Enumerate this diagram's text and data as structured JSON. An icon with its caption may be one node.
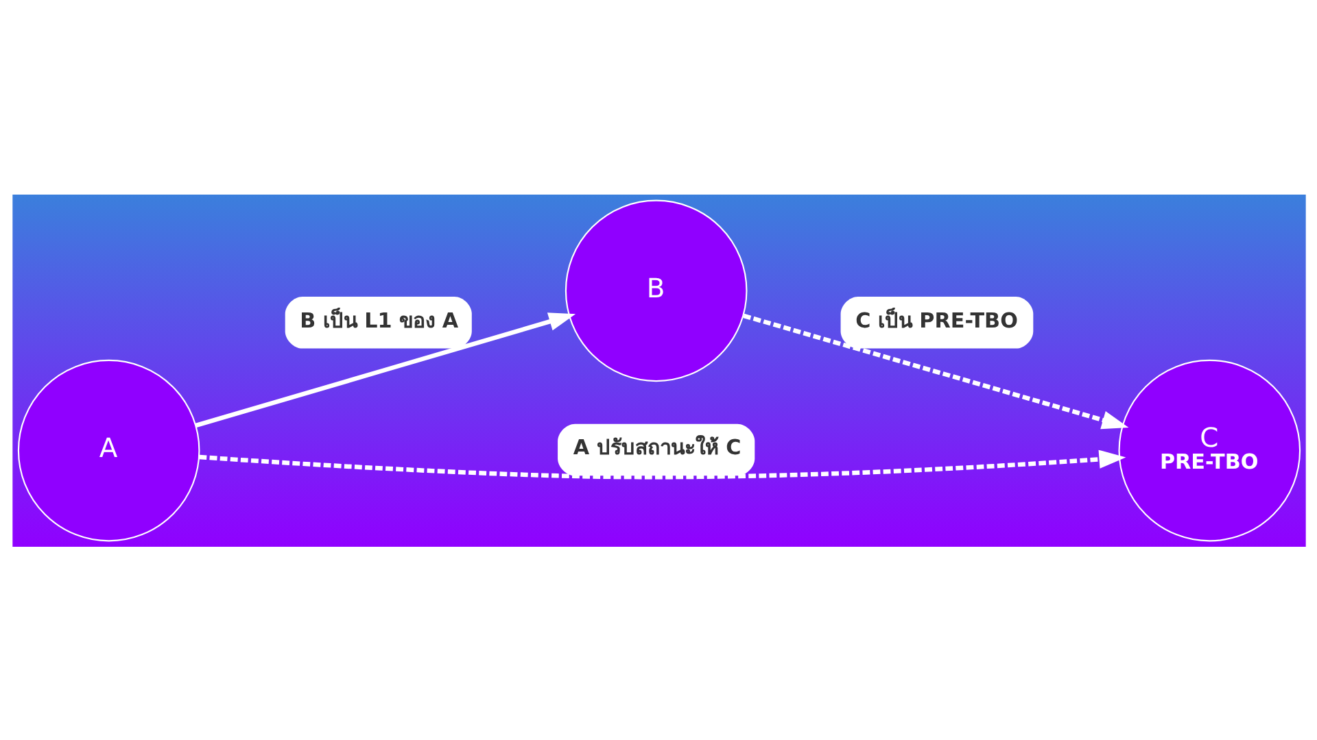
{
  "diagram": {
    "nodes": [
      {
        "text": [
          "A"
        ]
      },
      {
        "text": [
          "B"
        ]
      },
      {
        "text": [
          "C",
          "PRE-TBO"
        ]
      }
    ],
    "edges": [
      {
        "from": 0,
        "to": 1,
        "arrow": "to",
        "label": "B เป็น L1 ของ A"
      },
      {
        "from": 1,
        "to": 2,
        "arrow": "to",
        "label": "C เป็น PRE-TBO",
        "style": "dashed"
      },
      {
        "from": 0,
        "to": 2,
        "arrow": "to",
        "label": "A ปรับสถานะให้ C",
        "style": "dashed"
      }
    ]
  }
}
